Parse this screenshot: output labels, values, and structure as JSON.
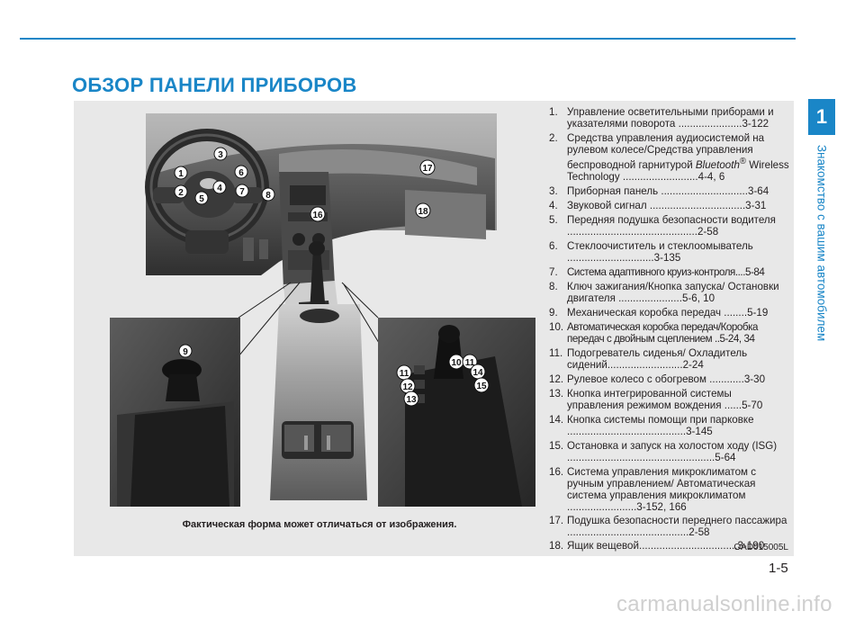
{
  "header": {
    "title": "ОБЗОР ПАНЕЛИ ПРИБОРОВ",
    "chapter_number": "1",
    "chapter_title": "Знакомство с вашим автомобилем"
  },
  "figure": {
    "callouts": [
      "1",
      "2",
      "3",
      "4",
      "5",
      "6",
      "7",
      "8",
      "16",
      "17",
      "18",
      "9",
      "10",
      "11",
      "11",
      "12",
      "13",
      "14",
      "15"
    ],
    "caption": "Фактическая форма может отличаться от изображения.",
    "code": "OAD015005L"
  },
  "legend": [
    {
      "num": "1.",
      "text": "Управление осветительными приборами и указателями поворота ......................3-122"
    },
    {
      "num": "2.",
      "text_before": "Средства управления аудиосистемой на рулевом колесе/Средства управления беспроводной гарнитурой ",
      "italic": "Bluetooth",
      "sup": "®",
      "text_after": " Wireless Technology ..........................4-4, 6"
    },
    {
      "num": "3.",
      "text": "Приборная панель ..............................3-64"
    },
    {
      "num": "4.",
      "text": "Звуковой сигнал .................................3-31"
    },
    {
      "num": "5.",
      "text": "Передняя подушка безопасности водителя .............................................2-58"
    },
    {
      "num": "6.",
      "text": "Стеклоочиститель и стеклоомыватель ..............................3-135"
    },
    {
      "num": "7.",
      "text": "Система адаптивного круиз-контроля....5-84"
    },
    {
      "num": "8.",
      "text": "Ключ зажигания/Кнопка запуска/ Остановки двигателя ......................5-6, 10"
    },
    {
      "num": "9.",
      "text": "Механическая коробка передач ........5-19"
    },
    {
      "num": "10.",
      "text": "Автоматическая коробка передач/Коробка передач с двойным сцеплением ..5-24, 34"
    },
    {
      "num": "11.",
      "text": "Подогреватель сиденья/ Охладитель сидений..........................2-24"
    },
    {
      "num": "12.",
      "text": "Рулевое колесо с обогревом ............3-30"
    },
    {
      "num": "13.",
      "text": "Кнопка интегрированной системы управления режимом вождения ......5-70"
    },
    {
      "num": "14.",
      "text": "Кнопка системы помощи при парковке .........................................3-145"
    },
    {
      "num": "15.",
      "text": "Остановка и запуск на холостом ходу (ISG) ...................................................5-64"
    },
    {
      "num": "16.",
      "text": "Система управления микроклиматом с ручным управлением/ Автоматическая система управления микроклиматом ........................3-152, 166"
    },
    {
      "num": "17.",
      "text": "Подушка безопасности переднего пассажира ..........................................2-58"
    },
    {
      "num": "18.",
      "text": "Ящик вещевой..................................3-190"
    }
  ],
  "footer": {
    "page_number": "1-5",
    "watermark": "carmanualsonline.info"
  }
}
